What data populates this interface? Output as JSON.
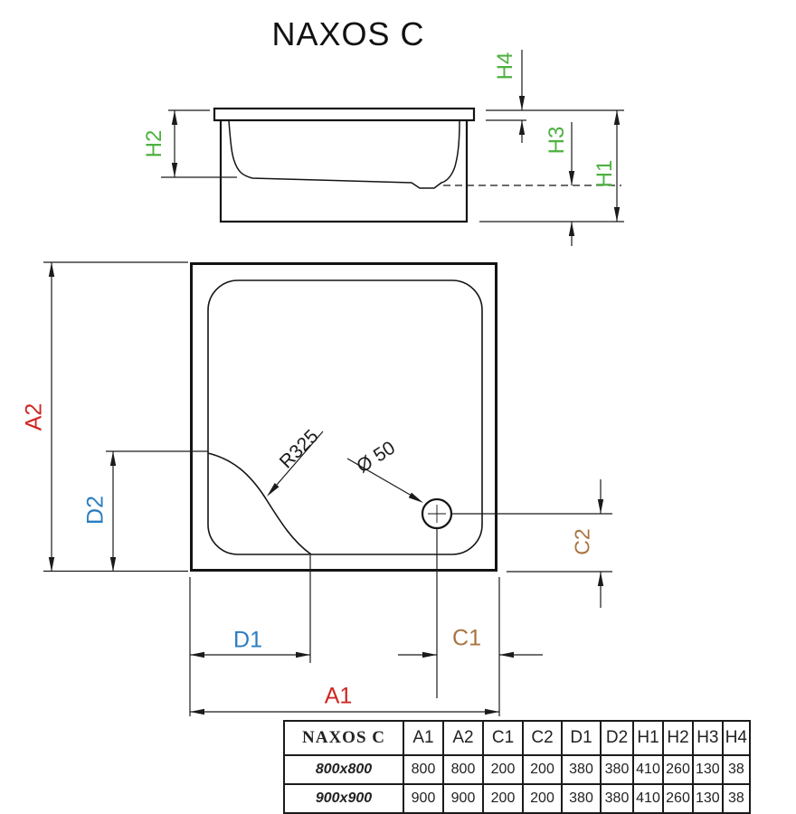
{
  "title": "NAXOS C",
  "side_view": {
    "h1": "H1",
    "h2": "H2",
    "h3": "H3",
    "h4": "H4"
  },
  "plan_view": {
    "a1": "A1",
    "a2": "A2",
    "c1": "C1",
    "c2": "C2",
    "d1": "D1",
    "d2": "D2",
    "corner_radius": "R325",
    "drain_diameter": "Ø 50"
  },
  "colors": {
    "a_dims": "#cf2522",
    "c_dims": "#a8743e",
    "d_dims_diagram": "#2a7dc0",
    "d_dims_table": "#8a3fa0",
    "h_dims": "#4db13f",
    "lines": "#1b1b1b"
  },
  "table": {
    "title": "NAXOS C",
    "columns": [
      "A1",
      "A2",
      "C1",
      "C2",
      "D1",
      "D2",
      "H1",
      "H2",
      "H3",
      "H4"
    ],
    "rows": [
      {
        "size": "800x800",
        "values": [
          "800",
          "800",
          "200",
          "200",
          "380",
          "380",
          "410",
          "260",
          "130",
          "38"
        ]
      },
      {
        "size": "900x900",
        "values": [
          "900",
          "900",
          "200",
          "200",
          "380",
          "380",
          "410",
          "260",
          "130",
          "38"
        ]
      }
    ]
  }
}
